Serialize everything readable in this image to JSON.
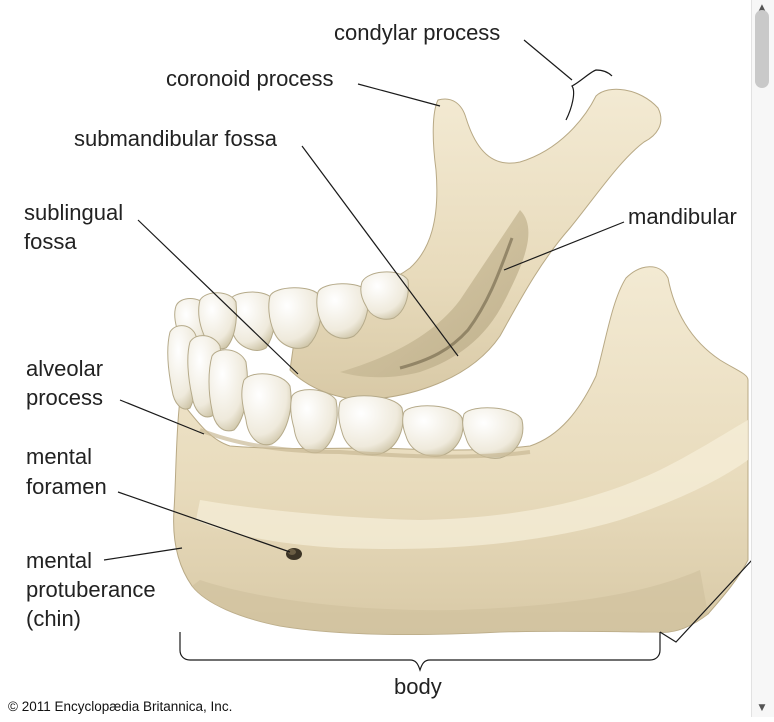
{
  "labels": {
    "condylar_process": "condylar process",
    "coronoid_process": "coronoid process",
    "submandibular_fossa": "submandibular fossa",
    "sublingual_line1": "sublingual",
    "sublingual_line2": "fossa",
    "mandibular": "mandibular",
    "alveolar_line1": "alveolar",
    "alveolar_line2": "process",
    "mental_foramen_line1": "mental",
    "mental_foramen_line2": "foramen",
    "mental_prot_line1": "mental",
    "mental_prot_line2": "protuberance",
    "mental_prot_line3": "(chin)",
    "body": "body"
  },
  "copyright": "© 2011 Encyclopædia Britannica, Inc.",
  "colors": {
    "bone": "#ede2c6",
    "bone_shadow": "#d3c4a0",
    "bone_dark": "#a99a78",
    "tooth": "#f7f4ec",
    "leader": "#1a1a1a"
  },
  "icons": {
    "scroll_up": "▲",
    "scroll_down": "▼"
  }
}
